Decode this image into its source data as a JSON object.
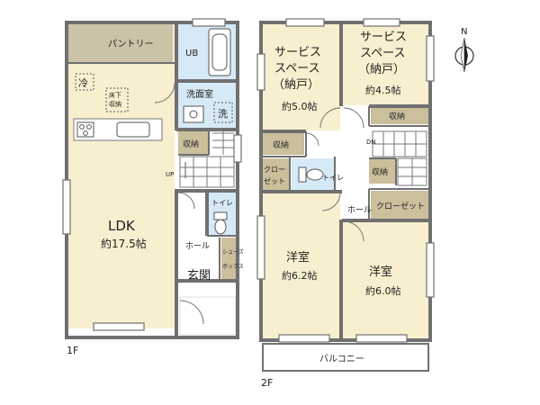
{
  "floor1": {
    "label": "1F",
    "rooms": {
      "pantry": "パントリー",
      "ub": "UB",
      "fridge": "冷",
      "underfloor_line1": "床下",
      "underfloor_line2": "収納",
      "washroom": "洗面室",
      "laundry": "洗",
      "storage": "収納",
      "up": "UP",
      "toilet": "トイレ",
      "hall": "ホール",
      "shoebox_line1": "シューズ",
      "shoebox_line2": "ボックス",
      "entrance": "玄関",
      "ldk_name": "LDK",
      "ldk_size": "約17.5帖"
    }
  },
  "floor2": {
    "label": "2F",
    "rooms": {
      "service_left_line1": "サービス",
      "service_left_line2": "スペース",
      "service_left_line3": "（納戸）",
      "service_left_size": "約5.0帖",
      "service_right_line1": "サービス",
      "service_right_line2": "スペース",
      "service_right_line3": "（納戸）",
      "service_right_size": "約4.5帖",
      "storage_a": "収納",
      "storage_b": "収納",
      "storage_c": "収納",
      "closet_left_line1": "クロー",
      "closet_left_line2": "ゼット",
      "toilet": "トイレ",
      "hall": "ホール",
      "dn": "DN",
      "closet_right": "クローゼット",
      "western_left_name": "洋室",
      "western_left_size": "約6.2帖",
      "western_right_name": "洋室",
      "western_right_size": "約6.0帖",
      "balcony": "バルコニー"
    }
  },
  "compass_label": "N",
  "colors": {
    "wall": "#707070",
    "floor_wood": "#f8efcf",
    "floor_tan": "#ccc2a8",
    "storage_tan": "#cbbf9c",
    "blue": "#d6e9f7",
    "floor_white": "#ffffff",
    "stairs": "#ffffff"
  }
}
